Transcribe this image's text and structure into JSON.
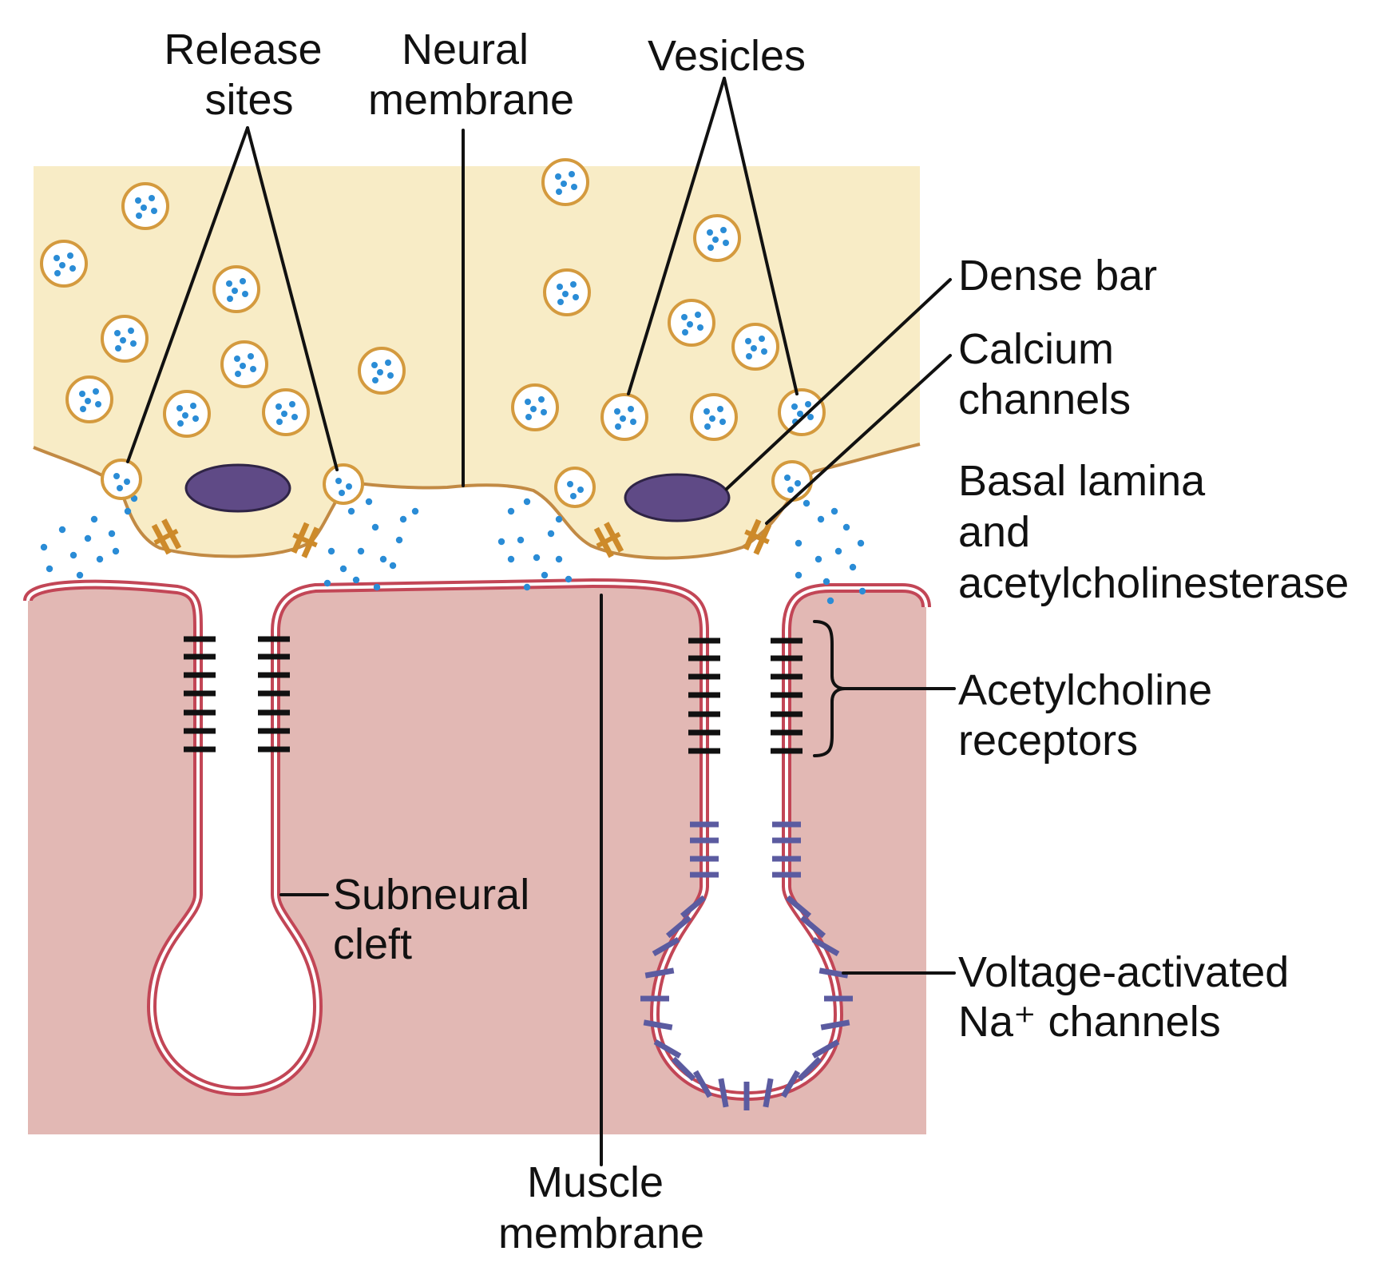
{
  "colors": {
    "nerve_terminal": "#f8ecc6",
    "nerve_outline": "#c28a44",
    "muscle": "#e2b8b4",
    "muscle_membrane": "#c24656",
    "vesicle_outline": "#d49a3e",
    "acetylcholine_dots": "#2a8cd6",
    "dense_bar": "#5f4a86",
    "calcium_channel": "#cd8a2a",
    "ach_receptor": "#111111",
    "na_channel": "#5b5ba0"
  },
  "labels": {
    "release_sites": [
      "Release",
      "sites"
    ],
    "neural_membrane": [
      "Neural",
      "membrane"
    ],
    "vesicles": [
      "Vesicles"
    ],
    "dense_bar": [
      "Dense bar"
    ],
    "calcium_channels": [
      "Calcium",
      "channels"
    ],
    "basal_lamina": [
      "Basal lamina",
      "and",
      "acetylcholinesterase"
    ],
    "ach_receptors": [
      "Acetylcholine",
      "receptors"
    ],
    "subneural_cleft": [
      "Subneural",
      "cleft"
    ],
    "na_channels": [
      "Voltage-activated",
      "Na⁺ channels"
    ],
    "muscle_membrane": [
      "Muscle",
      "membrane"
    ]
  },
  "icons": [
    "vesicle-icon",
    "dense-bar-icon",
    "calcium-channel-icon",
    "acetylcholine-receptor-icon",
    "sodium-channel-icon"
  ]
}
